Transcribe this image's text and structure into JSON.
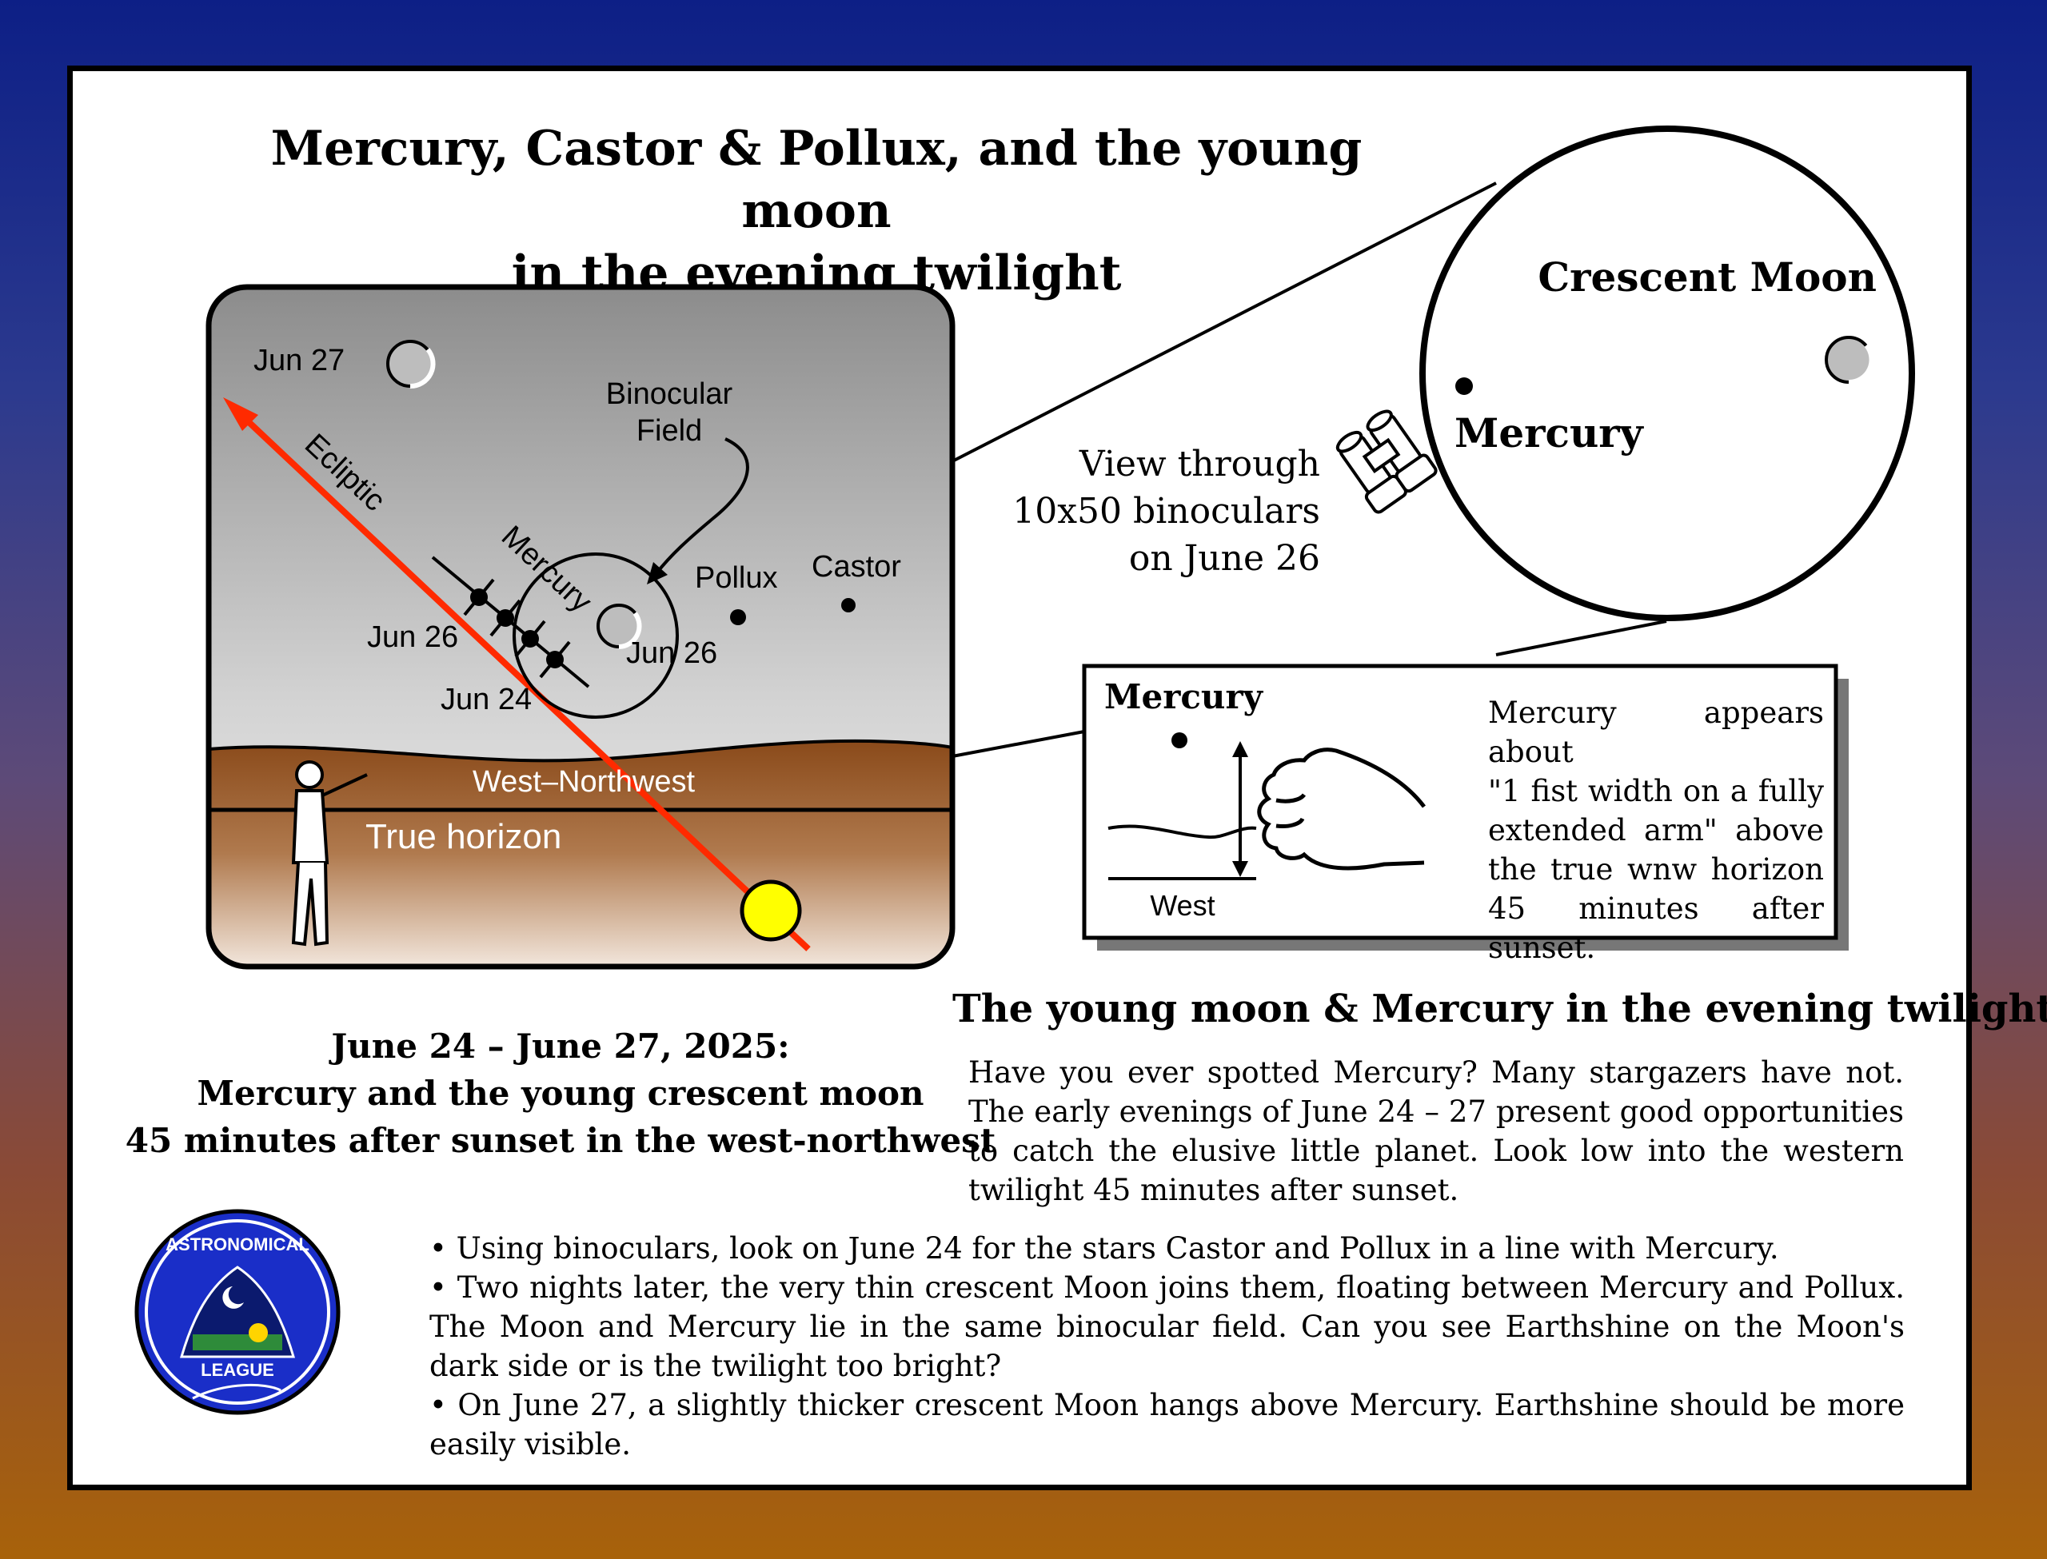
{
  "title": {
    "line1": "Mercury, Castor & Pollux, and the young moon",
    "line2": "in the evening twilight"
  },
  "sky_chart": {
    "labels": {
      "jun27": "Jun 27",
      "binocular_line1": "Binocular",
      "binocular_line2": "Field",
      "ecliptic": "Ecliptic",
      "mercury": "Mercury",
      "jun26_left": "Jun 26",
      "jun24": "Jun 24",
      "jun26_moon": "Jun 26",
      "pollux": "Pollux",
      "castor": "Castor",
      "direction": "West–Northwest",
      "horizon": "True horizon"
    },
    "colors": {
      "ecliptic_line": "#ff2a00",
      "sun": "#ffff00",
      "ground": "#a0622e"
    }
  },
  "binocular_view": {
    "title": "Crescent Moon",
    "mercury": "Mercury",
    "caption_line1": "View through",
    "caption_line2": "10x50 binoculars",
    "caption_line3": "on June 26",
    "icon": "binoculars-icon"
  },
  "fist_inset": {
    "mercury": "Mercury",
    "west": "West",
    "note_line1": "Mercury appears about",
    "note_line2": "\"1 fist width on a fully",
    "note_line3": "extended arm\" above",
    "note_line4": "the true wnw horizon",
    "note_line5": "45 minutes after sunset.",
    "icon": "fist-icon"
  },
  "caption": {
    "line1": "June 24 – June 27, 2025:",
    "line2": "Mercury and the young crescent moon",
    "line3": "45 minutes after sunset in the west-northwest"
  },
  "article": {
    "heading": "The young moon & Mercury in the evening twilight",
    "intro": "Have you ever spotted Mercury? Many stargazers have not. The early evenings of June 24 – 27 present good opportunities to catch the elusive little planet. Look low into the western twilight 45 minutes after sunset.",
    "bullets": [
      "• Using binoculars, look on June 24 for the stars Castor and Pollux in a line with Mercury.",
      "• Two nights later, the very thin crescent Moon joins them, floating between Mercury and Pollux. The Moon and Mercury lie in the same binocular field. Can you see Earthshine on the Moon's dark side or is the twilight too bright?",
      "• On June 27, a slightly thicker crescent Moon hangs above Mercury. Earthshine should be more easily visible."
    ]
  },
  "logo": {
    "text_top": "ASTRONOMICAL",
    "text_bottom": "LEAGUE",
    "color": "#1a2ec8"
  }
}
